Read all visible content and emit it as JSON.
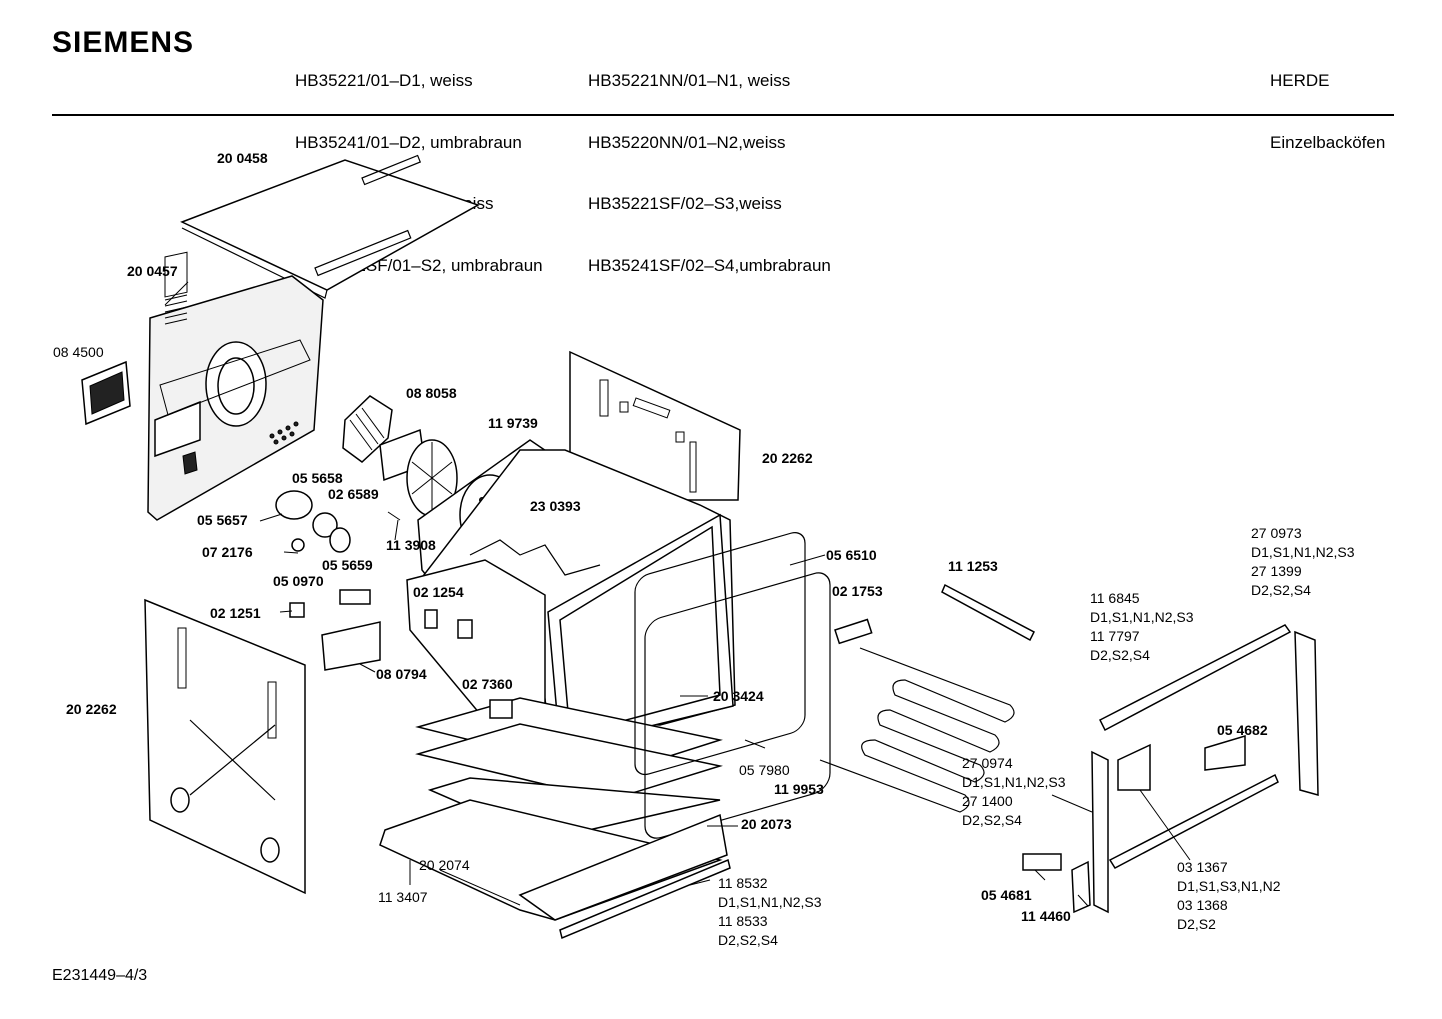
{
  "header": {
    "brand": "SIEMENS",
    "models_col1": [
      "HB35221/01–D1, weiss",
      "HB35241/01–D2, umbrabraun",
      "HB35221SF/01–S1, weiss",
      "HB35241SF/01–S2, umbrabraun"
    ],
    "models_col2": [
      "HB35221NN/01–N1, weiss",
      "HB35220NN/01–N2,weiss",
      "HB35221SF/02–S3,weiss",
      "HB35241SF/02–S4,umbrabraun"
    ],
    "category": [
      "HERDE",
      "Einzelbacköfen"
    ]
  },
  "footer": {
    "code": "E231449–4/3"
  },
  "parts": {
    "p200458": "20 0458",
    "p200457": "20 0457",
    "p084500": "08 4500",
    "p088058": "08 8058",
    "p119739": "11 9739",
    "p202262a": "20 2262",
    "p055658": "05 5658",
    "p026589": "02 6589",
    "p055657": "05 5657",
    "p230393": "23 0393",
    "p113908": "11 3908",
    "p072176": "07 2176",
    "p055659": "05 5659",
    "p050970": "05 0970",
    "p021254": "02 1254",
    "p021251": "02 1251",
    "p056510": "05 6510",
    "p021753": "02 1753",
    "p111253": "11 1253",
    "p080794": "08 0794",
    "p027360": "02 7360",
    "p203424": "20 3424",
    "p202262b": "20 2262",
    "p057980": "05 7980",
    "p119953": "11 9953",
    "p202073": "20 2073",
    "p202074": "20 2074",
    "p113407": "11 3407",
    "p054682": "05 4682",
    "p054681": "05 4681",
    "p114460": "11 4460"
  },
  "variant_groups": {
    "g270973": [
      "27 0973",
      "D1,S1,N1,N2,S3",
      "27 1399",
      "D2,S2,S4"
    ],
    "g116845": [
      "11 6845",
      "D1,S1,N1,N2,S3",
      "11 7797",
      "D2,S2,S4"
    ],
    "g270974": [
      "27 0974",
      "D1,S1,N1,N2,S3",
      "27 1400",
      "D2,S2,S4"
    ],
    "g031367": [
      "03 1367",
      "D1,S1,S3,N1,N2",
      "03 1368",
      "D2,S2"
    ],
    "g118532": [
      "11 8532",
      "D1,S1,N1,N2,S3",
      "11 8533",
      "D2,S2,S4"
    ]
  }
}
